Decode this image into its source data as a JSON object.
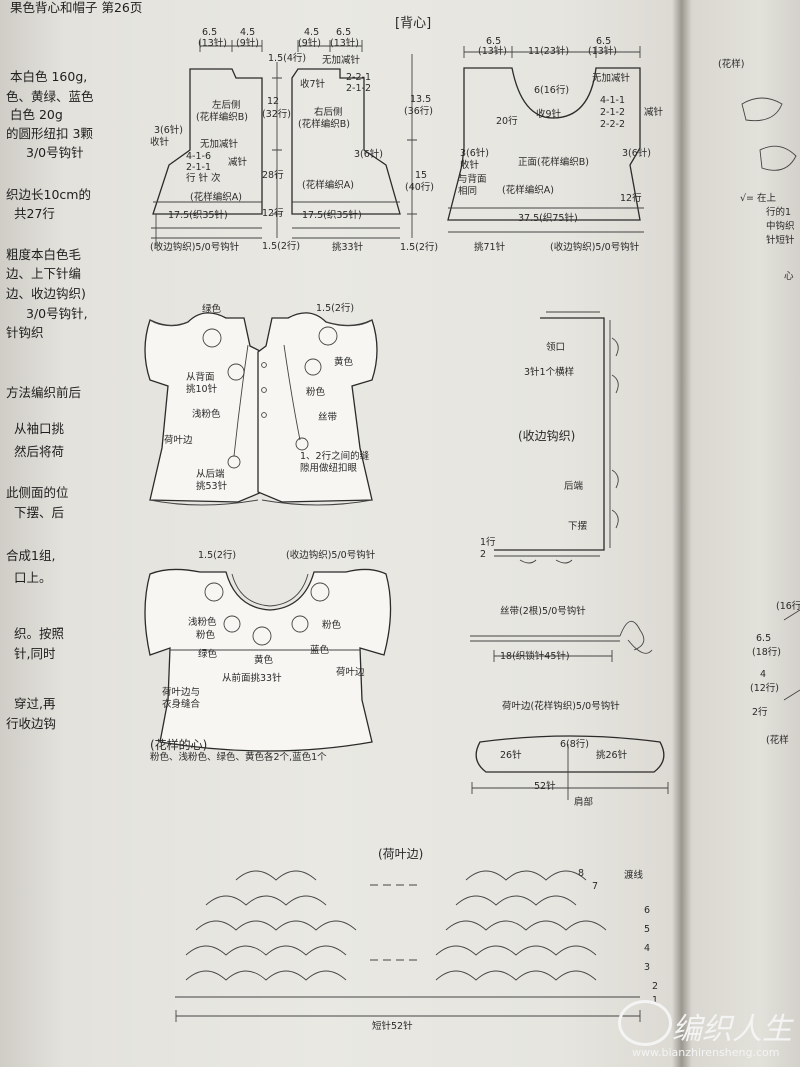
{
  "left_column": [
    "果色背心和帽子 第26页",
    "本白色 160g,",
    "色、黄绿、蓝色",
    "白色 20g",
    "的圆形纽扣 3颗",
    "3/0号钩针",
    "织边长10cm的",
    "共27行",
    "粗度本白色毛",
    "边、上下针编",
    "边、收边钩织)",
    "3/0号钩针,",
    "针钩织",
    "方法编织前后",
    "从袖口挑",
    "然后将荷",
    "此侧面的位",
    "下摆、后",
    "合成1组,",
    "口上。",
    "织。按照",
    "针,同时",
    "穿过,再",
    "行收边钩"
  ],
  "right_column": [
    "(花样)",
    "√= 在上",
    "行的1",
    "中钩织",
    "针短针",
    "心",
    "(16行",
    "6.5",
    "(18行)",
    "4",
    "(12行)",
    "2行",
    "(花样"
  ],
  "back": {
    "title": "[背心]",
    "left_side": "左后侧",
    "right_side": "右后侧",
    "pattern_b": "(花样编织B)",
    "pattern_a": "(花样编织A)",
    "no_change": "无加减针",
    "dec": "减针",
    "row_seq": [
      "4-1-6",
      "2-1-1",
      "行 针 次"
    ],
    "dec7": "收7针",
    "top_seq": [
      "2-2-1",
      "2-1-2"
    ],
    "dims_top": [
      "6.5",
      "4.5",
      "4.5",
      "6.5"
    ],
    "dims_top_rows": [
      "(13针)",
      "(9针)",
      "(9针)",
      "(13针)"
    ],
    "rows": [
      "1.5(4行)",
      "12",
      "(32行)",
      "28行",
      "12行",
      "1.5(2行)",
      "13.5",
      "(36行)",
      "15",
      "(40行)",
      "1.5(2行)"
    ],
    "width": "17.5(织35针)",
    "bind_left": "3(6针)",
    "bind_left2": "收针",
    "hem": "(收边钩织)5/0号钩针",
    "pick33": "挑33针"
  },
  "front": {
    "dims": [
      "6.5",
      "(13针)",
      "11(23针)",
      "6.5",
      "(13针)"
    ],
    "neck": "6(16行)",
    "no_change": "无加减针",
    "neck_dec": "收9针",
    "rows20": "20行",
    "seq": [
      "4-1-1",
      "2-1-2",
      "2-2-2"
    ],
    "dec": "减针",
    "bind": [
      "3(6针)",
      "收针"
    ],
    "label": "正面(花样编织B)",
    "same": [
      "与背面",
      "相同"
    ],
    "pattern_a": "(花样编织A)",
    "rows12": "12行",
    "width": "37.5(织75针)",
    "pick71": "挑71针",
    "hem": "(收边钩织)5/0号钩针"
  },
  "vest_back": {
    "green": "绿色",
    "row_note": "1.5(2行)",
    "yellow": "黄色",
    "pick_back": [
      "从背面",
      "挑10针"
    ],
    "light_pink": "浅粉色",
    "pink": "粉色",
    "ribbon": "丝带",
    "ruffle": "荷叶边",
    "gap": [
      "1、2行之间的缝",
      "隙用做纽扣眼"
    ],
    "hem": [
      "从后端",
      "挑53针"
    ]
  },
  "vest_front": {
    "row_note": "1.5(2行)",
    "hem": "(收边钩织)5/0号钩针",
    "light_pink": "浅粉色",
    "pink": "粉色",
    "green": "绿色",
    "yellow": "黄色",
    "blue": "蓝色",
    "ruffle": "荷叶边",
    "pick33": "从前面挑33针",
    "join": [
      "荷叶边与",
      "衣身缝合"
    ],
    "flowers_title": "(花样的心)",
    "flowers": "粉色、浅粉色、绿色、黄色各2个,蓝色1个"
  },
  "edge": {
    "neck": "领口",
    "one_pattern": "3针1个横样",
    "edge_title": "(收边钩织)",
    "back_end": "后端",
    "hem": "下摆",
    "rows": [
      "1行",
      "2"
    ]
  },
  "ribbon": {
    "title": "丝带(2根)5/0号钩针",
    "len": "18(织锁针45针)"
  },
  "ruffle": {
    "title": "荷叶边(花样钩织)5/0号钩针",
    "left": "26针",
    "rows": "6(8行)",
    "pick": "挑26针",
    "total": "52针",
    "shoulder": "肩部"
  },
  "chart": {
    "title": "(荷叶边)",
    "row_nums": [
      "8",
      "7",
      "6",
      "5",
      "4",
      "3",
      "2",
      "1"
    ],
    "carry": "渡线",
    "total": "短针52针"
  },
  "watermark": {
    "brand": "编织人生",
    "url": "www.bianzhirensheng.com"
  }
}
